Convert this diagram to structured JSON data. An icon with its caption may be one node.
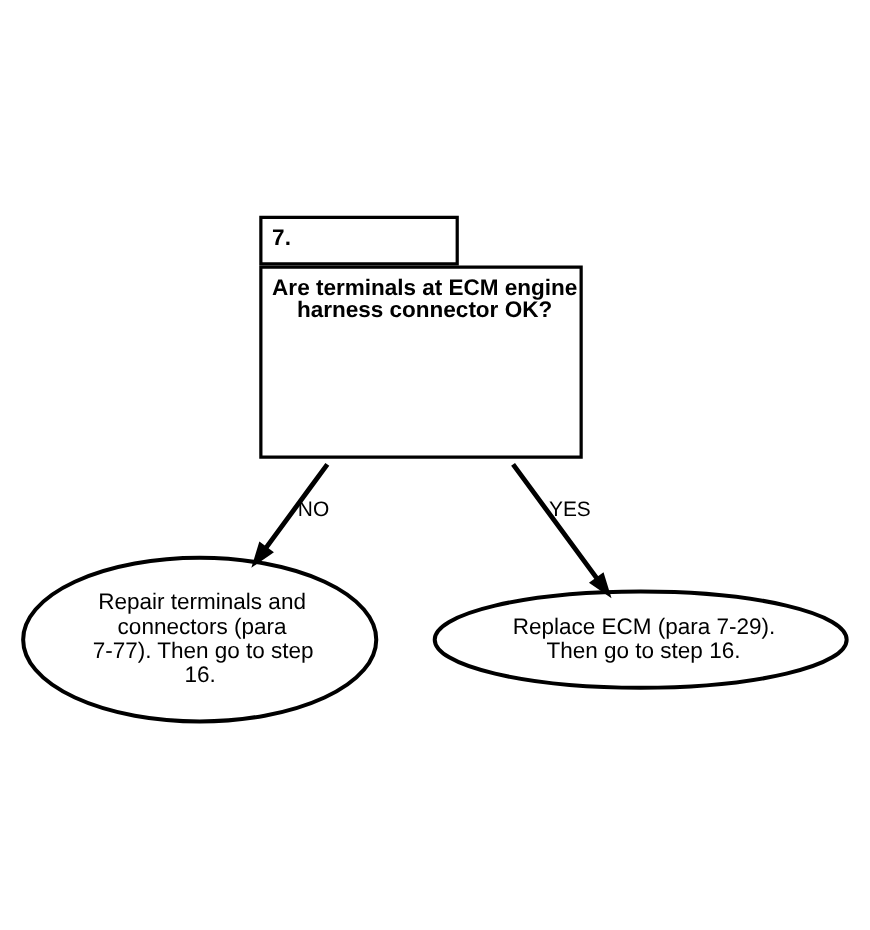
{
  "diagram": {
    "nodes": [
      {
        "text": [
          "7.",
          "Are terminals at ECM engine harness connector OK?"
        ]
      },
      {
        "text": [
          "Repair terminals and connectors (para 7-77). Then go to step 16."
        ]
      },
      {
        "text": [
          "Replace ECM (para 7-29). Then go to step 16."
        ]
      }
    ],
    "edges": [
      {
        "from": 0,
        "to": 1,
        "arrow": "to",
        "label": "NO"
      },
      {
        "from": 0,
        "to": 2,
        "arrow": "to",
        "label": "YES"
      }
    ]
  }
}
